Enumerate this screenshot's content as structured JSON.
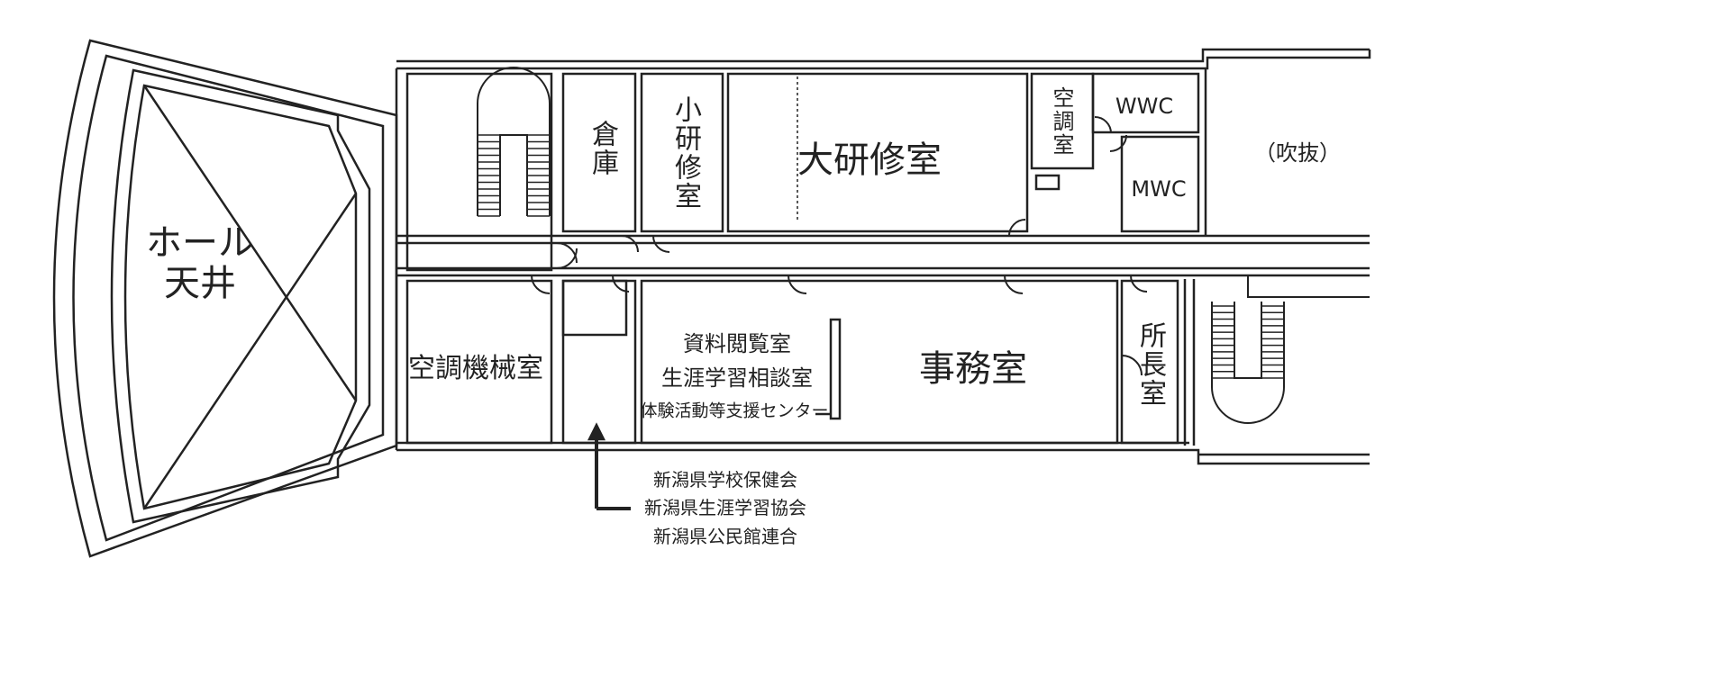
{
  "rooms": {
    "hall_line1": "ホール",
    "hall_line2": "天井",
    "storage": "倉庫",
    "small_training": "小研修室",
    "large_training": "大研修室",
    "ac_room": "空調室",
    "wwc": "WWC",
    "mwc": "MWC",
    "atrium": "（吹抜）",
    "ac_machine_room": "空調機械室",
    "reading_room": "資料閲覧室",
    "consultation_room": "生涯学習相談室",
    "support_center": "体験活動等支援センター",
    "office": "事務室",
    "director_room": "所長室"
  },
  "callout": {
    "lines": [
      "新潟県学校保健会",
      "新潟県生涯学習協会",
      "新潟県公民館連合"
    ]
  },
  "colors": {
    "line": "#222222",
    "background": "#ffffff"
  }
}
